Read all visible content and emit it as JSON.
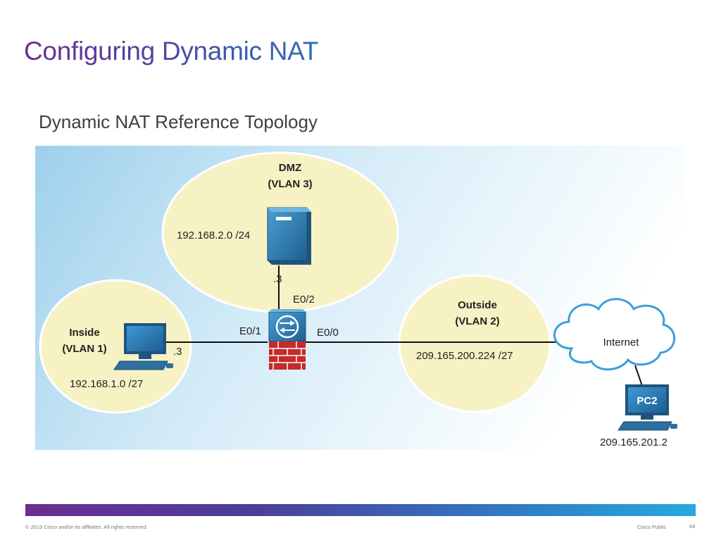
{
  "slide": {
    "title": "Configuring Dynamic NAT",
    "subtitle": "Dynamic NAT Reference Topology"
  },
  "diagram": {
    "dmz": {
      "name": "DMZ",
      "vlan": "(VLAN 3)",
      "network": "192.168.2.0 /24",
      "host": ".3"
    },
    "inside": {
      "name": "Inside",
      "vlan": "(VLAN 1)",
      "network": "192.168.1.0 /27",
      "host": ".3"
    },
    "outside": {
      "name": "Outside",
      "vlan": "(VLAN 2)",
      "network": "209.165.200.224 /27"
    },
    "interfaces": {
      "e0_0": "E0/0",
      "e0_1": "E0/1",
      "e0_2": "E0/2"
    },
    "internet": "Internet",
    "pc2": {
      "label": "PC2",
      "address": "209.165.201.2"
    }
  },
  "footer": {
    "copyright": "© 2013 Cisco and/or its affiliates. All rights reserved.",
    "classification": "Cisco Public",
    "page": "64"
  },
  "colors": {
    "zone_fill": "#f6f2c4",
    "diagram_bg": "#d6ecf7",
    "device_blue": "#2d79ac",
    "firewall_brick": "#c62a2a"
  }
}
